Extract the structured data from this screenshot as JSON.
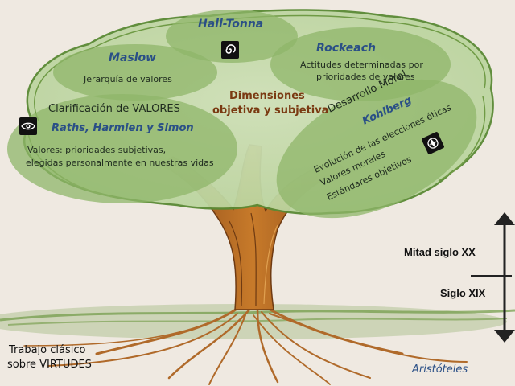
{
  "center": {
    "line1": "Dimensiones",
    "line2": "objetiva y subjetiva"
  },
  "nodes": {
    "hall_tonna": {
      "title": "Hall-Tonna",
      "icon": "spiral-icon"
    },
    "maslow": {
      "title": "Maslow",
      "text": "Jerarquía de valores"
    },
    "rockeach": {
      "title": "Rockeach",
      "text_lines": [
        "Actitudes determinadas por",
        "prioridades de valores"
      ]
    },
    "clarificacion": {
      "heading": "Clarificación de VALORES",
      "title": "Raths, Harmien y Simon",
      "icon": "eye-icon",
      "text_lines": [
        "Valores: prioridades subjetivas,",
        "elegidas personalmente en nuestras vidas"
      ]
    },
    "kohlberg": {
      "heading": "Desarrollo Moral",
      "title": "Kohlberg",
      "icon": "compass-icon",
      "text_lines": [
        "Evolución de las elecciones éticas",
        "Valores morales",
        "Estándares objetivos"
      ]
    }
  },
  "roots": {
    "left_lines": [
      "Trabajo clásico",
      "sobre VIRTUDES"
    ],
    "right": "Aristóteles"
  },
  "timeline": {
    "upper": "Mitad siglo XX",
    "lower": "Siglo XIX"
  },
  "colors": {
    "background": "#efe9e1",
    "foliage": "#6f9a45",
    "title_blue": "#2a4f86",
    "center_brown": "#7a3a12",
    "trunk": "#b4661d"
  }
}
